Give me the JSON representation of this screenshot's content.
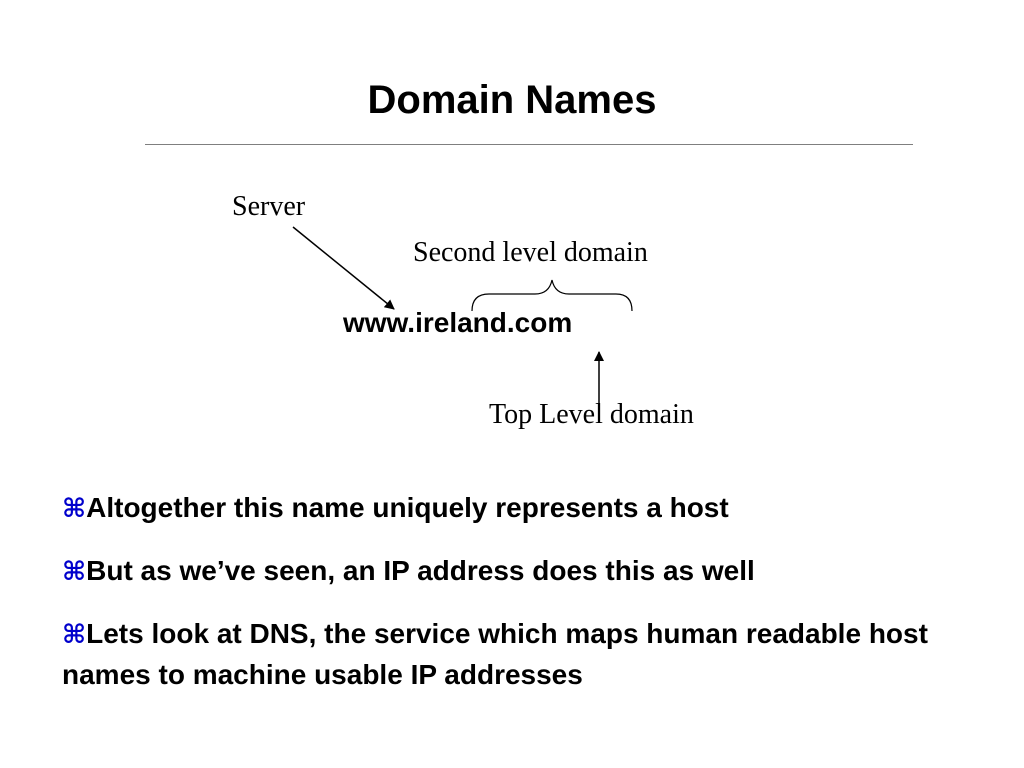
{
  "slide": {
    "title": "Domain Names",
    "diagram": {
      "server_label": "Server",
      "second_level_label": "Second level domain",
      "domain_text": "www.ireland.com",
      "top_level_label": "Top Level domain"
    },
    "bullet_marker": "⌘",
    "bullets": [
      "Altogether this name uniquely represents a host",
      "But as we’ve seen, an IP address does this as well",
      "Lets look at DNS, the service which maps human readable host names to machine usable IP addresses"
    ],
    "colors": {
      "bullet_marker": "#0000cc",
      "rule": "#7f7f7f",
      "text": "#000000"
    }
  }
}
